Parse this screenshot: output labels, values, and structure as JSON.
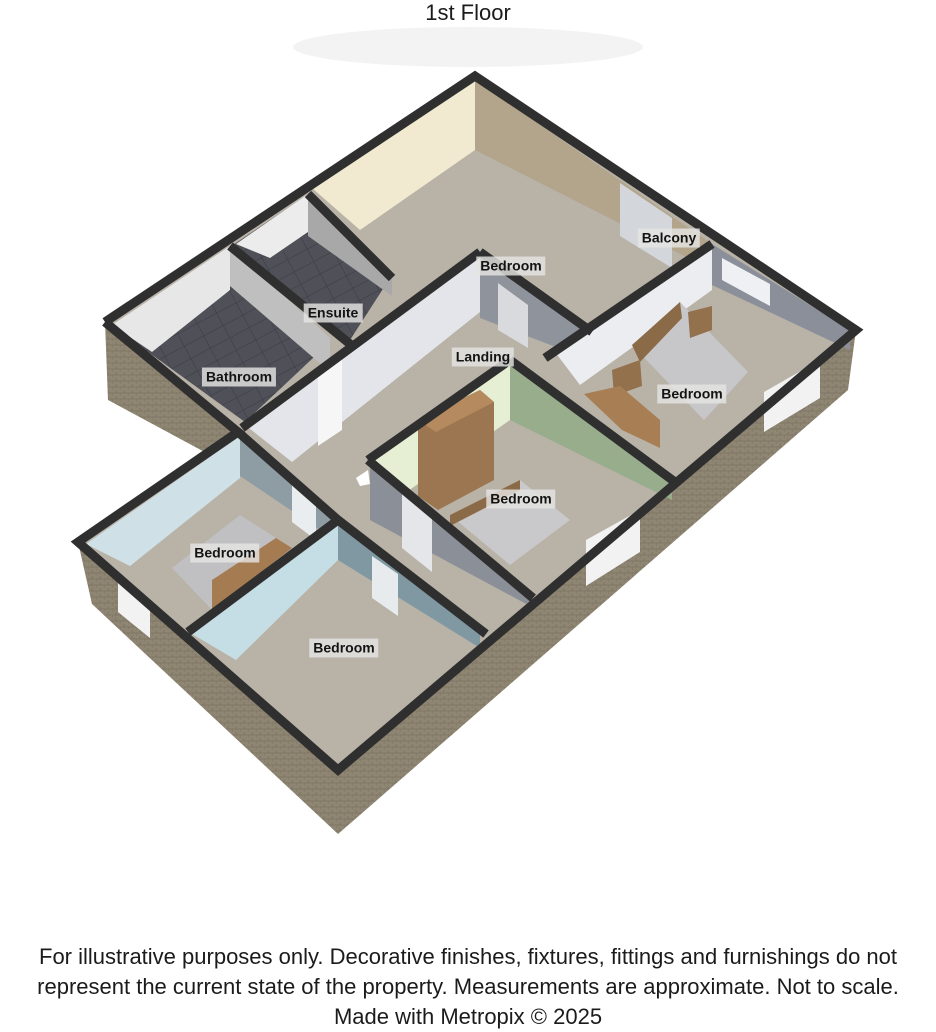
{
  "header": {
    "title": "1st Floor"
  },
  "rooms": {
    "balcony": "Balcony",
    "bedroom_master": "Bedroom",
    "ensuite": "Ensuite",
    "bathroom": "Bathroom",
    "landing": "Landing",
    "bedroom_right": "Bedroom",
    "bedroom_center": "Bedroom",
    "bedroom_left_small": "Bedroom",
    "bedroom_front": "Bedroom"
  },
  "footer": {
    "line1": "For illustrative purposes only. Decorative finishes, fixtures, fittings and furnishings do not",
    "line2": "represent the current state of the property. Measurements are approximate. Not to scale.",
    "line3": "Made with Metropix © 2025"
  },
  "colors": {
    "wall_top": "#2f2f2f",
    "exterior_brick": "#8c8370",
    "carpet": "#b6b0a5",
    "tile_floor": "#4d4f56"
  }
}
